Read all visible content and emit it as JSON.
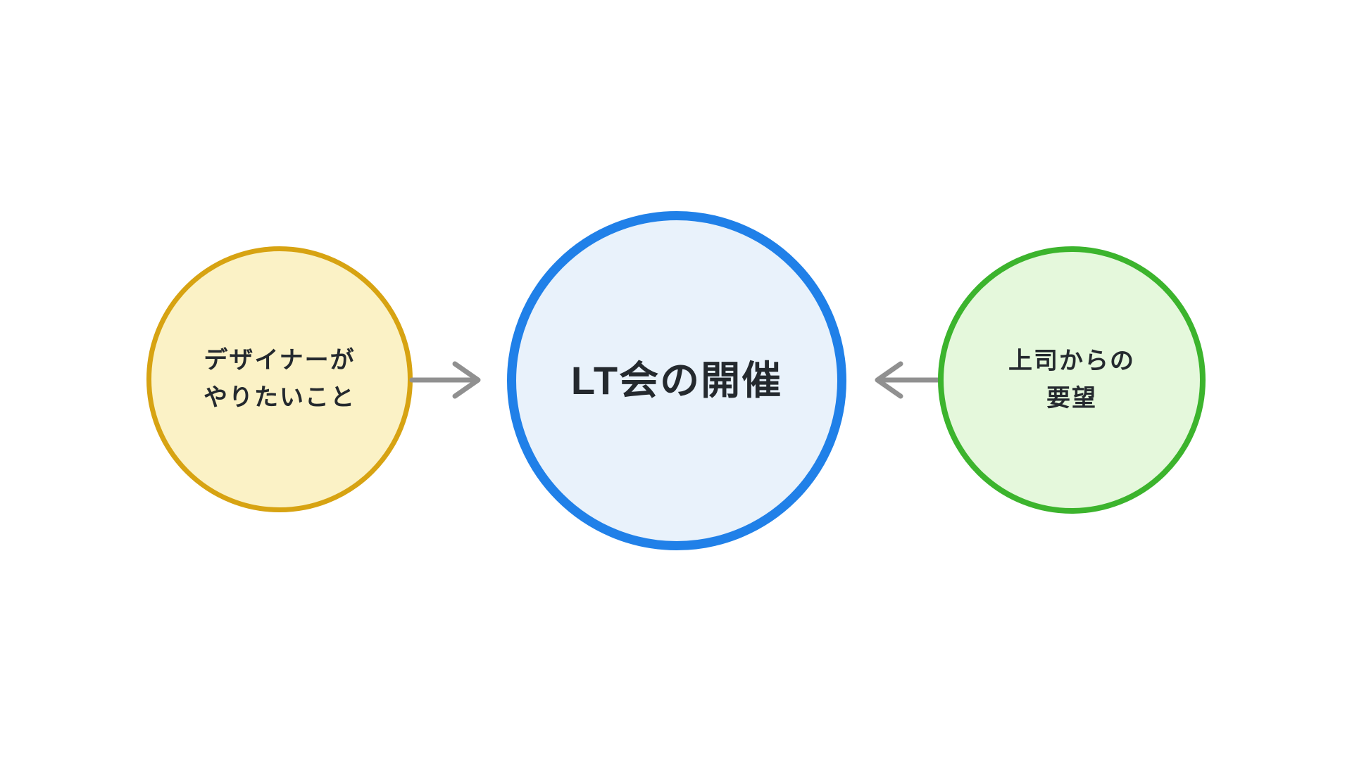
{
  "diagram": {
    "background_color": "#FFFFFF",
    "text_color": "#24292E",
    "nodes": [
      {
        "id": "designer-wants",
        "label_lines": [
          "デザイナーが",
          "やりたいこと"
        ],
        "fill": "#FBF2C6",
        "border": "#D7A312"
      },
      {
        "id": "lt-event",
        "label_lines": [
          "LT会の開催"
        ],
        "fill": "#E9F2FB",
        "border": "#2080E8"
      },
      {
        "id": "boss-request",
        "label_lines": [
          "上司からの",
          "要望"
        ],
        "fill": "#E5F8DC",
        "border": "#3CB42D"
      }
    ],
    "arrows": [
      {
        "id": "designer-to-lt",
        "direction": "right",
        "color": "#909090"
      },
      {
        "id": "boss-to-lt",
        "direction": "left",
        "color": "#909090"
      }
    ]
  }
}
